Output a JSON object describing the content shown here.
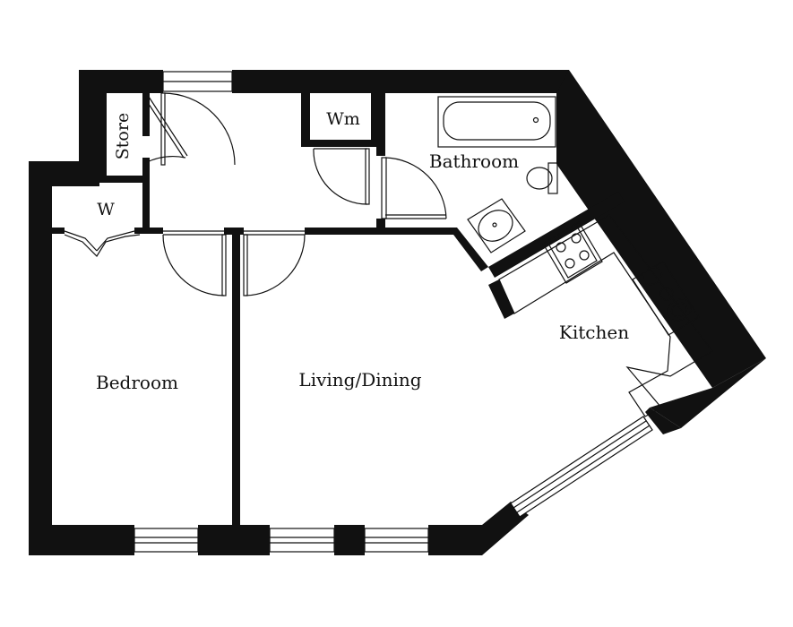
{
  "colors": {
    "wall": "#111111",
    "background": "#ffffff",
    "line": "#111111"
  },
  "rooms": {
    "store": "Store",
    "wm": "Wm",
    "bathroom": "Bathroom",
    "w": "W",
    "kitchen": "Kitchen",
    "bedroom": "Bedroom",
    "living": "Living/Dining"
  }
}
